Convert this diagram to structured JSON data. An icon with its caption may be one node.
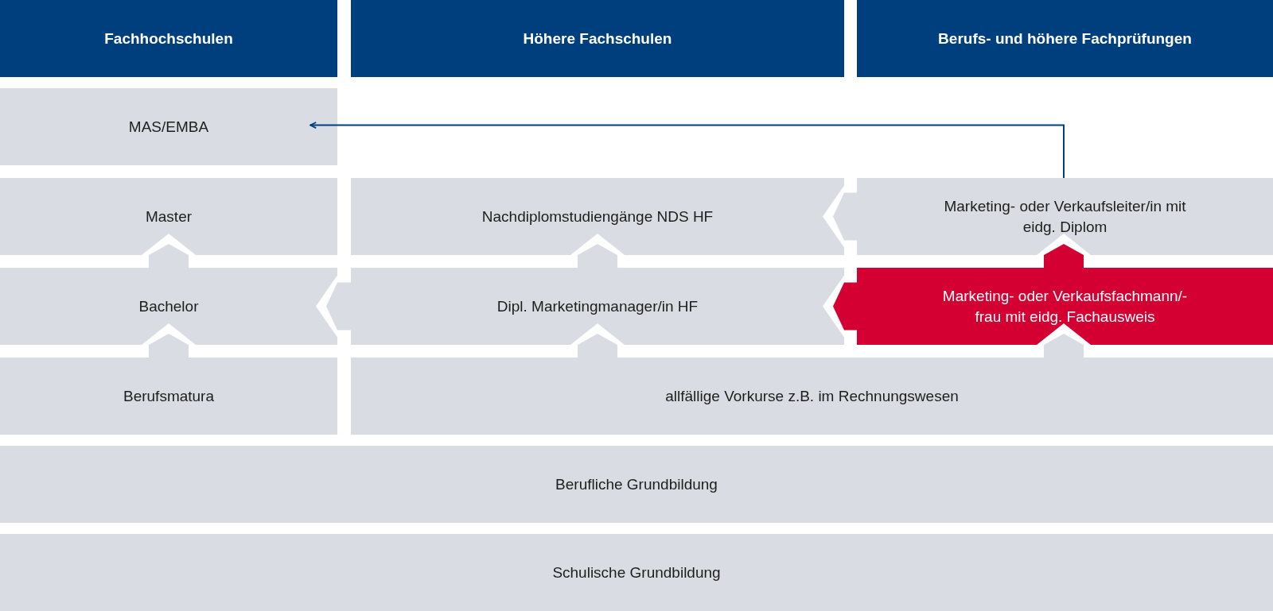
{
  "diagram": {
    "nodes": [
      {
        "text": [
          "Fachhochschulen"
        ]
      },
      {
        "text": [
          "Höhere Fachschulen"
        ]
      },
      {
        "text": [
          "Berufs- und höhere Fachprüfungen"
        ]
      },
      {
        "text": [
          "MAS/EMBA"
        ]
      },
      {
        "text": [
          "Master"
        ]
      },
      {
        "text": [
          "Nachdiplomstudiengänge NDS HF"
        ]
      },
      {
        "text": [
          "Marketing- oder Verkaufsleiter/in mit eidg. Diplom"
        ]
      },
      {
        "text": [
          "Bachelor"
        ]
      },
      {
        "text": [
          "Dipl. Marketingmanager/in HF"
        ]
      },
      {
        "text": [
          "Marketing- oder Verkaufsfachmann/-frau mit eidg. Fachausweis"
        ]
      },
      {
        "text": [
          "Berufsmatura"
        ]
      },
      {
        "text": [
          "allfällige Vorkurse z.B. im Rechnungswesen"
        ]
      },
      {
        "text": [
          "Berufliche Grundbildung"
        ]
      },
      {
        "text": [
          "Schulische Grundbildung"
        ]
      }
    ],
    "edges": [
      {
        "from": 6,
        "to": 3,
        "arrow": "to",
        "color": "#003f7d"
      },
      {
        "from": 7,
        "to": 4,
        "arrow": "to"
      },
      {
        "from": 8,
        "to": 5,
        "arrow": "to"
      },
      {
        "from": 9,
        "to": 6,
        "arrow": "to",
        "color": "#d50032"
      },
      {
        "from": 6,
        "to": 5,
        "arrow": "to"
      },
      {
        "from": 8,
        "to": 7,
        "arrow": "to"
      },
      {
        "from": 9,
        "to": 8,
        "arrow": "to",
        "color": "#d50032"
      },
      {
        "from": 10,
        "to": 7,
        "arrow": "to"
      },
      {
        "from": 11,
        "to": 8,
        "arrow": "to"
      },
      {
        "from": 11,
        "to": 9,
        "arrow": "to"
      }
    ]
  }
}
